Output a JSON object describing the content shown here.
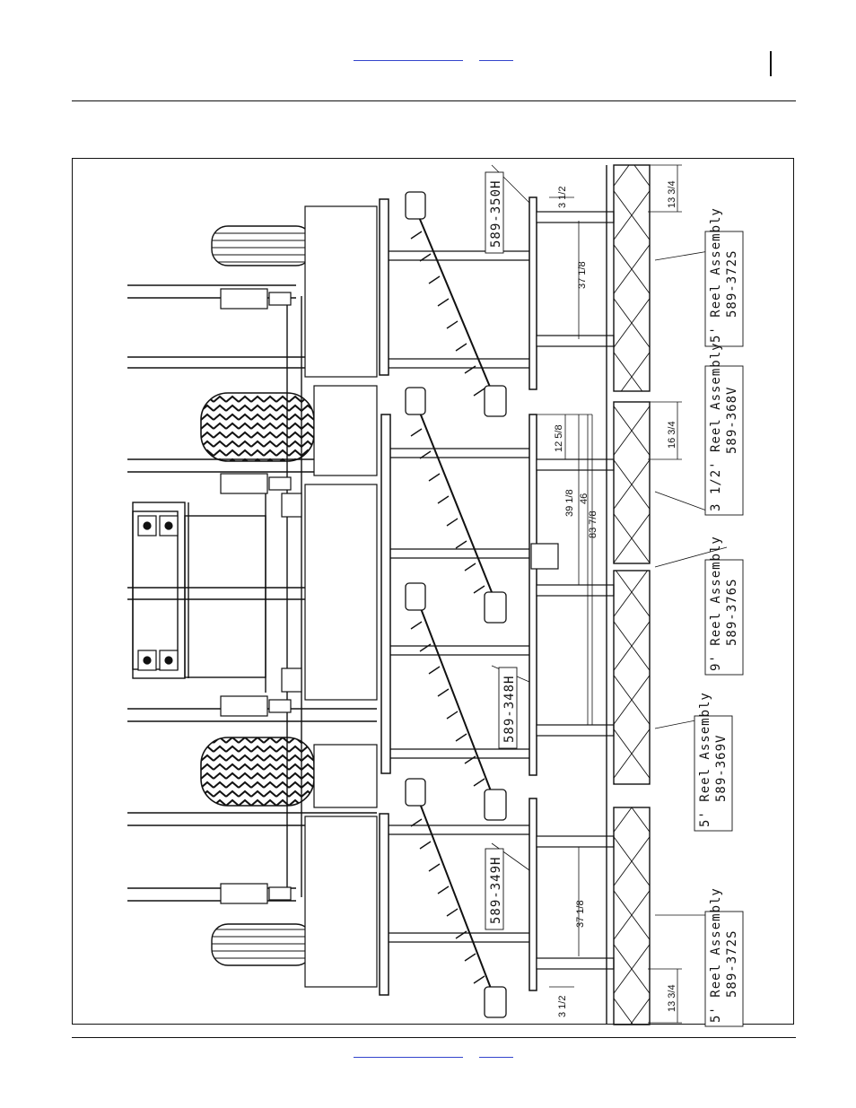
{
  "header": {
    "link_a": "",
    "link_b": ""
  },
  "footer": {
    "link_a": "",
    "link_b": ""
  },
  "labels": {
    "part_350h": "589-350H",
    "part_348h": "589-348H",
    "part_349h": "589-349H",
    "reel_top_title": "5' Reel Assembly",
    "reel_top_part": "589-372S",
    "reel_35_title": "3 1/2' Reel Assembly",
    "reel_35_part": "589-368V",
    "reel_9_title": "9' Reel Assembly",
    "reel_9_part": "589-376S",
    "reel_mid_title": "5' Reel Assembly",
    "reel_mid_part": "589-369V",
    "reel_bot_title": "5' Reel Assembly",
    "reel_bot_part": "589-372S"
  },
  "dimensions": {
    "d_3_5_top": "3 1/2",
    "d_13_75_top": "13 3/4",
    "d_37_125_top": "37 1/8",
    "d_12_625": "12 5/8",
    "d_16_75": "16 3/4",
    "d_39_125": "39 1/8",
    "d_46": "46",
    "d_83_875": "83 7/8",
    "d_37_125_bot": "37 1/8",
    "d_3_5_bot": "3 1/2",
    "d_13_75_bot": "13 3/4"
  }
}
